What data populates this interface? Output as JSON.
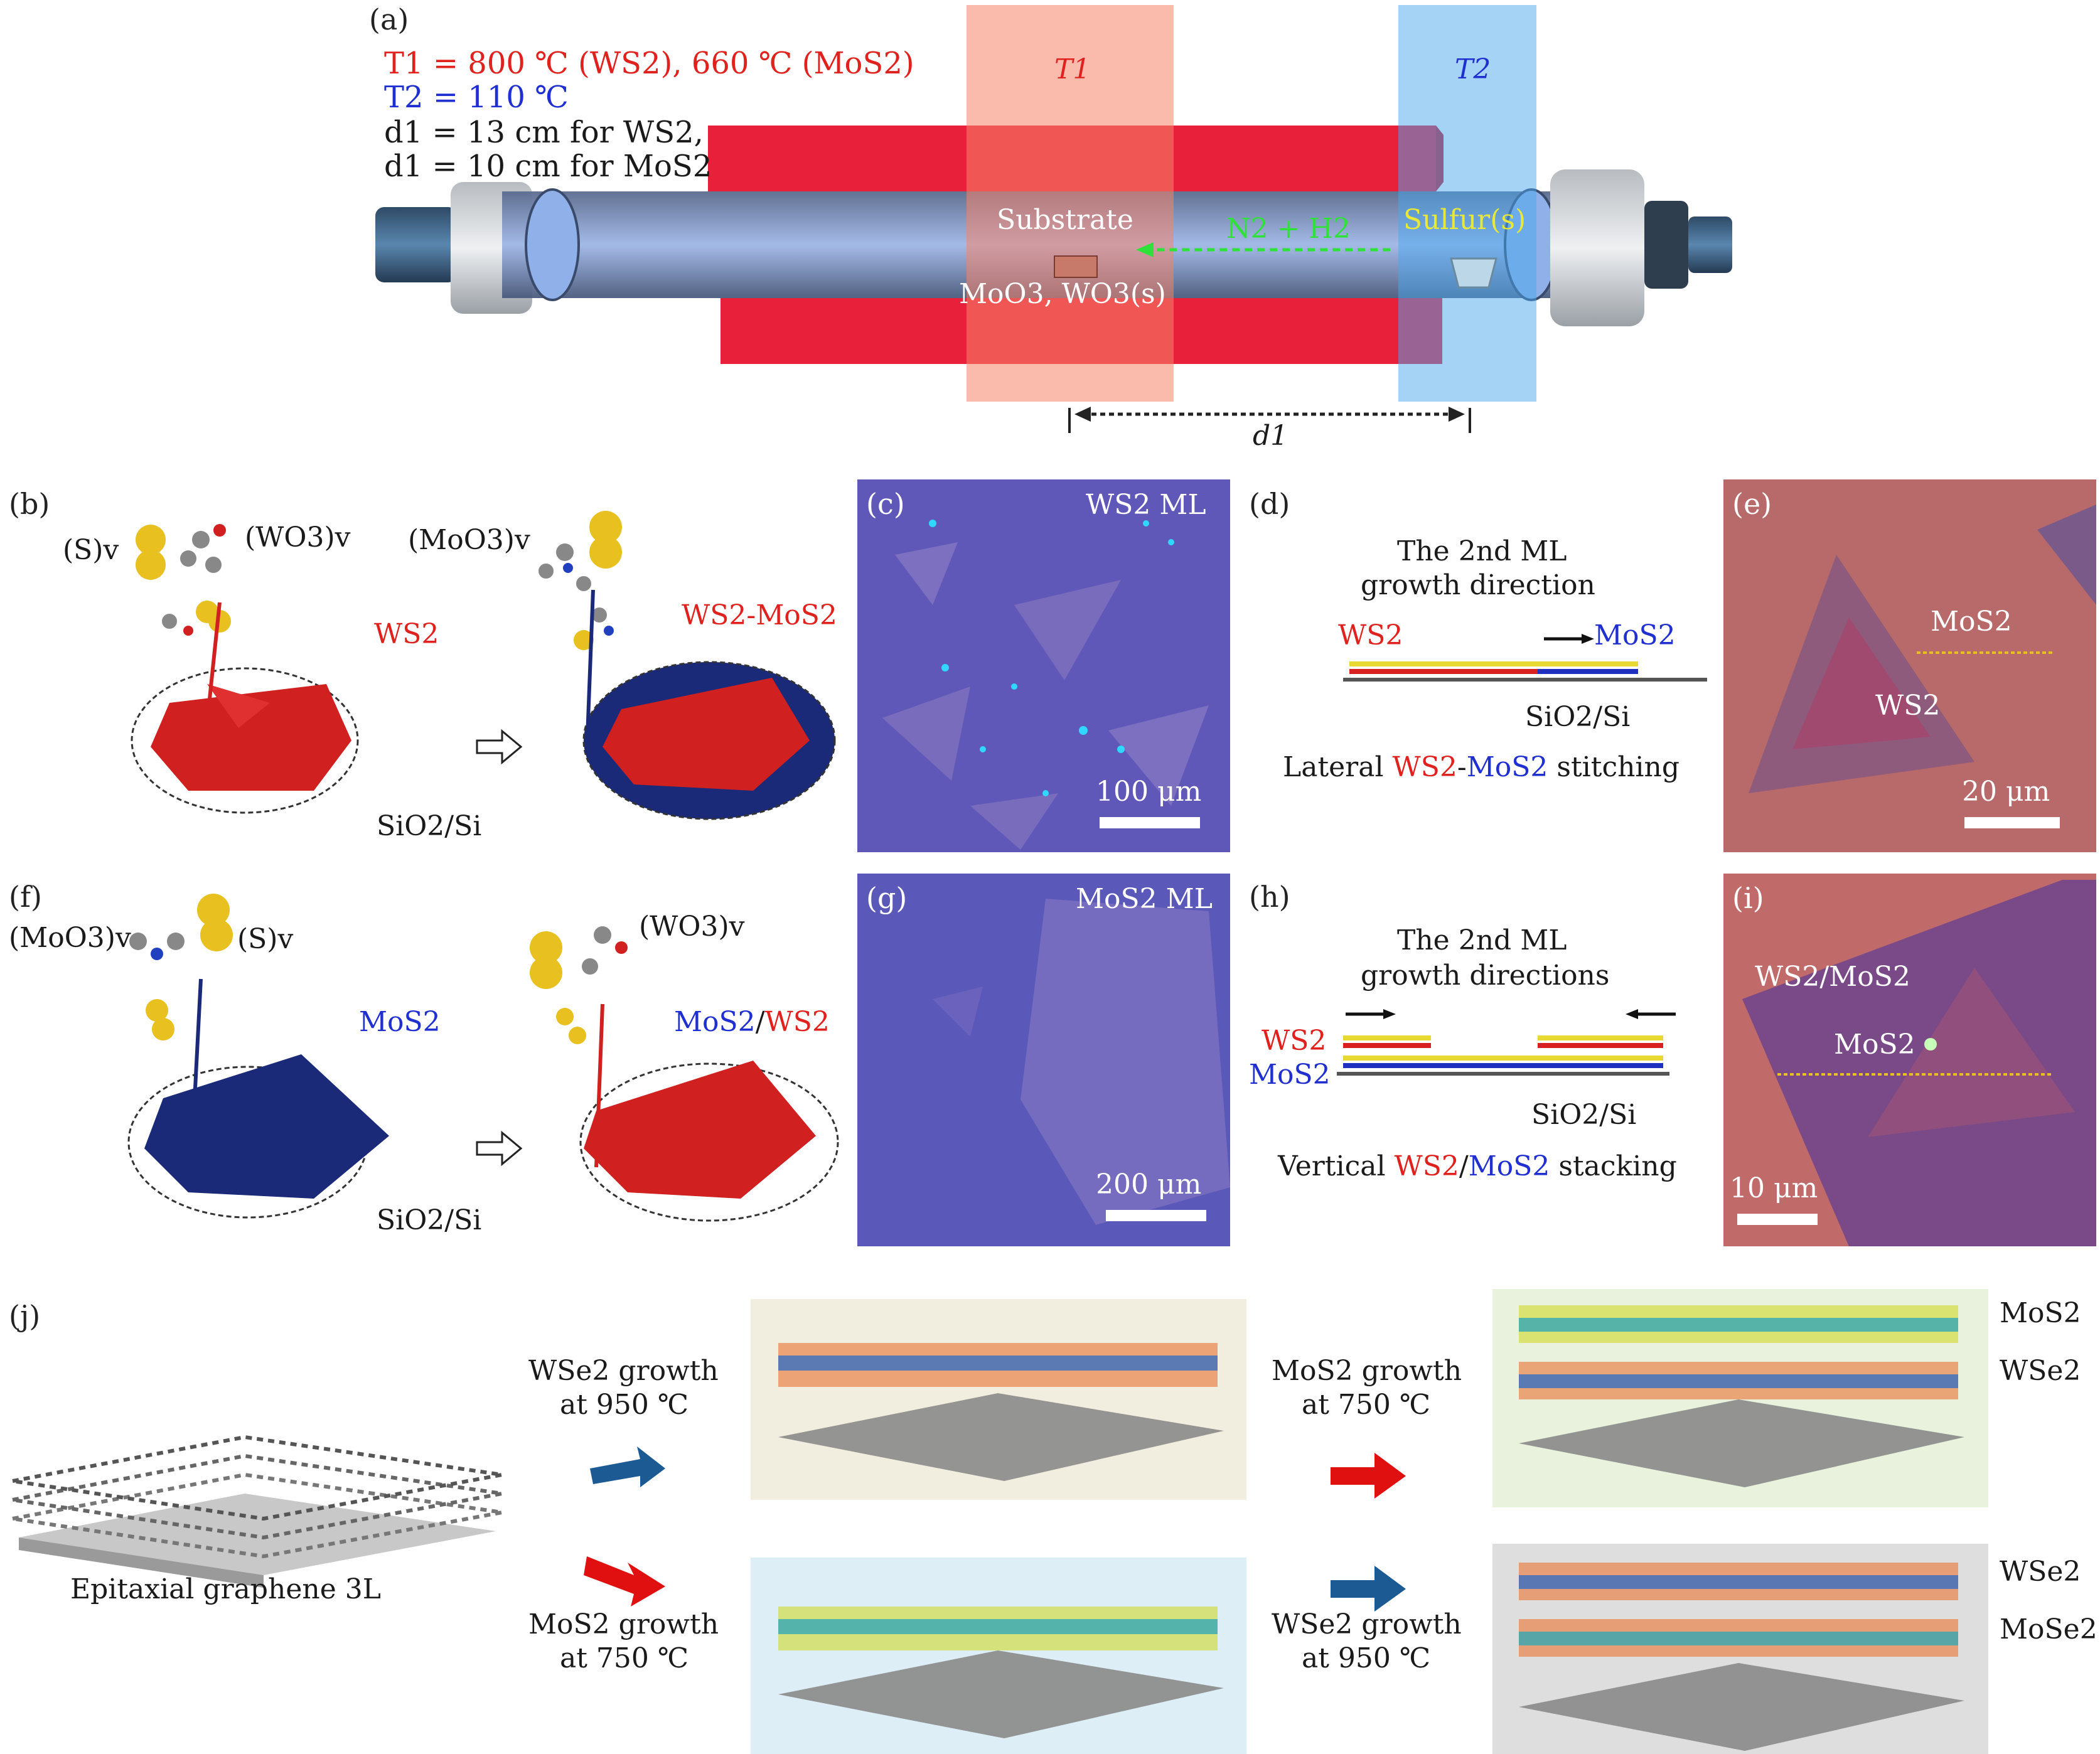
{
  "panel_labels": {
    "a": "(a)",
    "b": "(b)",
    "c": "(c)",
    "d": "(d)",
    "e": "(e)",
    "f": "(f)",
    "g": "(g)",
    "h": "(h)",
    "i": "(i)",
    "j": "(j)"
  },
  "panel_a": {
    "t1_line": "T1 = 800 ℃ (WS2), 660 ℃ (MoS2)",
    "t2_line": "T2 = 110 ℃",
    "d1_ws2": "d1 = 13 cm for WS2,",
    "d1_mos2": "d1 = 10 cm for MoS2",
    "zone1": "T1",
    "zone2": "T2",
    "substrate": "Substrate",
    "gas": "N2 + H2",
    "sulfur": "Sulfur(s)",
    "precursors": "MoO3, WO3(s)",
    "distance": "d1"
  },
  "panel_b": {
    "s_v": "(S)v",
    "wo3_v": "(WO3)v",
    "moo3_v": "(MoO3)v",
    "ws2": "WS2",
    "ws2_mos2": "WS2-MoS2",
    "substrate": "SiO2/Si"
  },
  "panel_c": {
    "title": "WS2 ML",
    "scale": "100 μm"
  },
  "panel_d": {
    "line1": "The 2nd ML",
    "line2": "growth direction",
    "ws2": "WS2",
    "mos2": "MoS2",
    "substrate": "SiO2/Si",
    "caption_a": "Lateral ",
    "caption_b": "WS2",
    "caption_c": "-",
    "caption_d": "MoS2",
    "caption_e": " stitching"
  },
  "panel_e": {
    "mos2": "MoS2",
    "ws2": "WS2",
    "scale": "20 μm"
  },
  "panel_f": {
    "moo3_v": "(MoO3)v",
    "s_v": "(S)v",
    "wo3_v": "(WO3)v",
    "mos2": "MoS2",
    "mos2_ws2_a": "MoS2",
    "mos2_ws2_b": "/",
    "mos2_ws2_c": "WS2",
    "substrate": "SiO2/Si"
  },
  "panel_g": {
    "title": "MoS2 ML",
    "scale": "200 μm"
  },
  "panel_h": {
    "line1": "The 2nd ML",
    "line2": "growth directions",
    "ws2": "WS2",
    "mos2": "MoS2",
    "substrate": "SiO2/Si",
    "caption_a": "Vertical ",
    "caption_b": "WS2",
    "caption_c": "/",
    "caption_d": "MoS2",
    "caption_e": " stacking"
  },
  "panel_i": {
    "ws2_mos2": "WS2/MoS2",
    "mos2": "MoS2",
    "scale": "10 μm"
  },
  "panel_j": {
    "graphene": "Epitaxial graphene 3L",
    "step1_top_a": "WSe2 growth",
    "step1_top_b": "at 950 ℃",
    "step1_bot_a": "MoS2 growth",
    "step1_bot_b": "at 750 ℃",
    "step2_top_a": "MoS2 growth",
    "step2_top_b": "at 750 ℃",
    "step2_bot_a": "WSe2 growth",
    "step2_bot_b": "at 950 ℃",
    "top_layer1": "MoS2",
    "top_layer2": "WSe2",
    "bot_layer1": "WSe2",
    "bot_layer2": "MoSe2"
  },
  "colors": {
    "red": "#e0221f",
    "blue": "#1f2fd0",
    "navy": "#1b2a78",
    "arrow_blue": "#1b5a93",
    "arrow_red": "#e01010"
  }
}
